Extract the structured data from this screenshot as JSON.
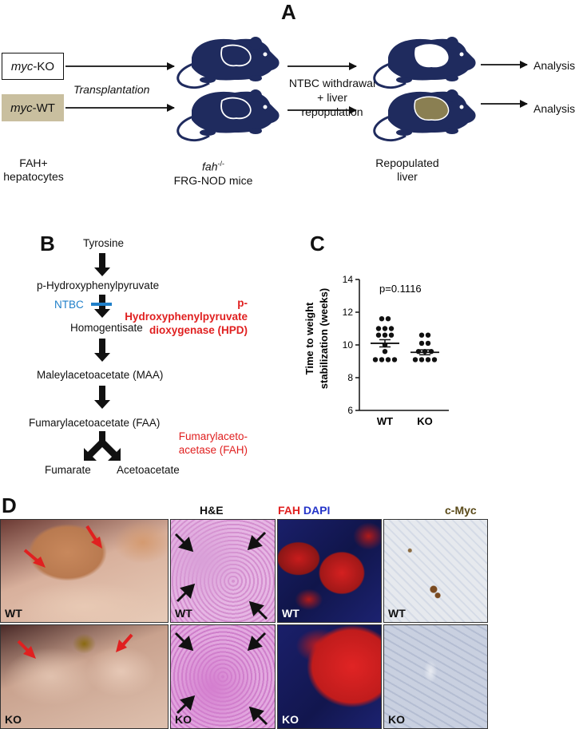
{
  "panel_a": {
    "letter": "A",
    "myc_ko": {
      "italic": "myc",
      "rest": "-KO"
    },
    "myc_wt": {
      "italic": "myc",
      "rest": "-WT"
    },
    "hepatocytes": "FAH+ hepatocytes",
    "transplantation": "Transplantation",
    "mice_gene": "fah",
    "mice_sup": "-/-",
    "mice_strain": "FRG-NOD mice",
    "ntbc_line1": "NTBC withdrawal",
    "ntbc_line2": "+ liver repopulation",
    "repopulated": "Repopulated liver",
    "analysis_1": "Analysis",
    "analysis_2": "Analysis",
    "colors": {
      "mouse": "#1f2b5e",
      "wt_box": "#c9bf9f",
      "liver": "#8a7f52"
    }
  },
  "panel_b": {
    "letter": "B",
    "steps": [
      "Tyrosine",
      "p-Hydroxyphenylpyruvate",
      "Homogentisate",
      "Maleylacetoacetate (MAA)",
      "Fumarylacetoacetate (FAA)"
    ],
    "products": [
      "Fumarate",
      "Acetoacetate"
    ],
    "inhibitor": "NTBC",
    "enzyme_hpd_line1": "p-Hydroxyphenylpyruvate",
    "enzyme_hpd_line2": "dioxygenase (HPD)",
    "enzyme_fah_line1": "Fumarylaceto-",
    "enzyme_fah_line2": "acetase (FAH)",
    "colors": {
      "enzyme": "#e02020",
      "inhibitor": "#1f7fc9"
    }
  },
  "panel_c": {
    "letter": "C",
    "pvalue": "p=0.1116"
  },
  "chart_data": {
    "type": "scatter",
    "title": "",
    "ylabel": "Time to weight stabilization (weeks)",
    "xlabel": "",
    "categories": [
      "WT",
      "KO"
    ],
    "ylim": [
      6,
      14
    ],
    "yticks": [
      6,
      8,
      10,
      12,
      14
    ],
    "series": [
      {
        "values": [
          11.6,
          11.6,
          11.0,
          11.0,
          11.0,
          10.6,
          10.6,
          10.6,
          10.0,
          9.6,
          9.1,
          9.1,
          9.1,
          9.1
        ]
      },
      {
        "values": [
          10.6,
          10.6,
          10.1,
          10.1,
          9.6,
          9.6,
          9.6,
          9.1,
          9.1,
          9.1,
          9.1
        ]
      }
    ],
    "means": [
      10.1,
      9.55
    ],
    "sem": [
      0.22,
      0.15
    ]
  },
  "panel_d": {
    "letter": "D",
    "header_he": "H&E",
    "header_fah": "FAH",
    "header_dapi": "DAPI",
    "header_cmyc": "c-Myc",
    "row_labels": [
      "WT",
      "KO"
    ],
    "colors": {
      "fah": "#e02020",
      "dapi": "#2535c9",
      "cmyc": "#5a4a1a"
    }
  }
}
